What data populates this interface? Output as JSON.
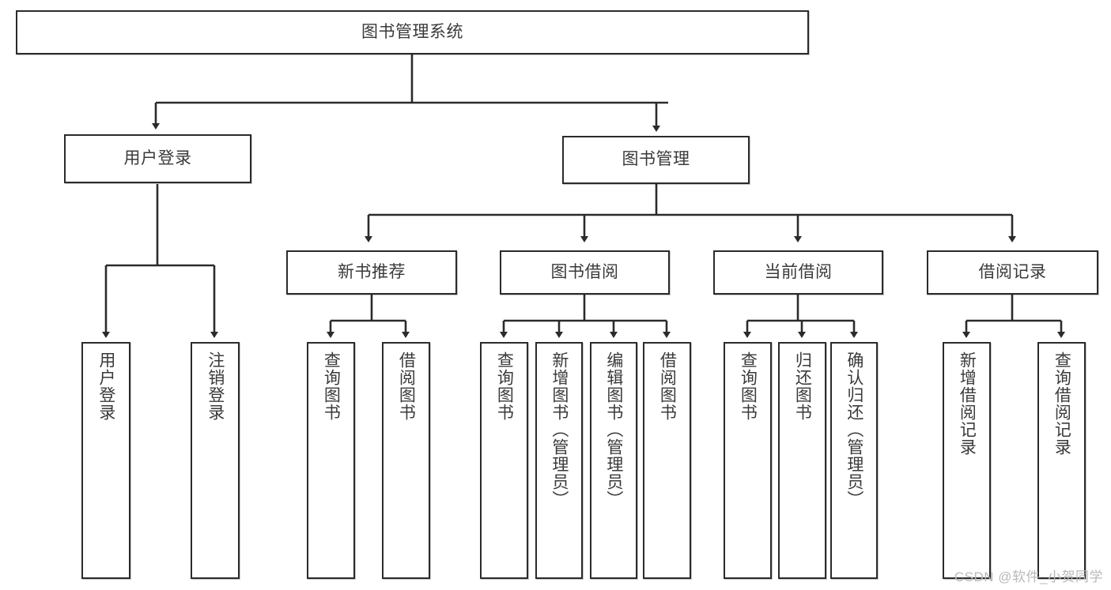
{
  "diagram": {
    "type": "hierarchy-tree",
    "title": "图书管理系统",
    "root": {
      "id": "root",
      "label": "图书管理系统"
    },
    "level2": [
      {
        "id": "user-login",
        "label": "用户登录"
      },
      {
        "id": "book-manage",
        "label": "图书管理"
      }
    ],
    "level3": [
      {
        "id": "new-book-rec",
        "label": "新书推荐",
        "parent": "book-manage"
      },
      {
        "id": "book-borrow",
        "label": "图书借阅",
        "parent": "book-manage"
      },
      {
        "id": "current-borrow",
        "label": "当前借阅",
        "parent": "book-manage"
      },
      {
        "id": "borrow-record",
        "label": "借阅记录",
        "parent": "book-manage"
      }
    ],
    "leaves": [
      {
        "id": "leaf-user-login",
        "label": "用户登录",
        "parent": "user-login"
      },
      {
        "id": "leaf-logout",
        "label": "注销登录",
        "parent": "user-login"
      },
      {
        "id": "leaf-query-book-1",
        "label": "查询图书",
        "parent": "new-book-rec"
      },
      {
        "id": "leaf-borrow-book-1",
        "label": "借阅图书",
        "parent": "new-book-rec"
      },
      {
        "id": "leaf-query-book-2",
        "label": "查询图书",
        "parent": "book-borrow"
      },
      {
        "id": "leaf-add-book",
        "label": "新增图书（管理员）",
        "parent": "book-borrow"
      },
      {
        "id": "leaf-edit-book",
        "label": "编辑图书（管理员）",
        "parent": "book-borrow"
      },
      {
        "id": "leaf-borrow-book-2",
        "label": "借阅图书",
        "parent": "book-borrow"
      },
      {
        "id": "leaf-query-book-3",
        "label": "查询图书",
        "parent": "current-borrow"
      },
      {
        "id": "leaf-return-book",
        "label": "归还图书",
        "parent": "current-borrow"
      },
      {
        "id": "leaf-confirm-return",
        "label": "确认归还（管理员）",
        "parent": "current-borrow"
      },
      {
        "id": "leaf-add-record",
        "label": "新增借阅记录",
        "parent": "borrow-record"
      },
      {
        "id": "leaf-query-record",
        "label": "查询借阅记录",
        "parent": "borrow-record"
      }
    ],
    "colors": {
      "stroke": "#2b2b2b",
      "fill": "#ffffff",
      "text": "#3a3a3a",
      "watermark": "#b9b9b9"
    }
  },
  "watermark": {
    "text": "CSDN @软件_小贺同学"
  }
}
